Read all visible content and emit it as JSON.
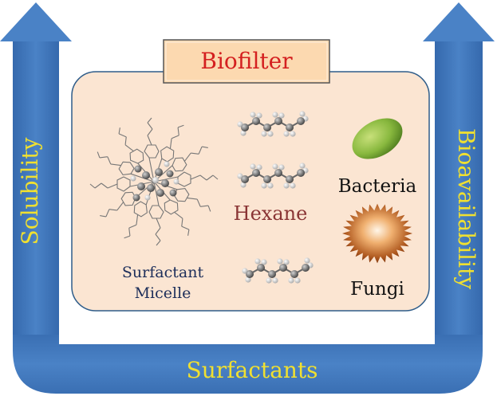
{
  "labels": {
    "biofilter": "Biofilter",
    "solubility": "Solubility",
    "bioavailability": "Bioavailability",
    "surfactants": "Surfactants",
    "hexane": "Hexane",
    "bacteria": "Bacteria",
    "fungi": "Fungi",
    "micelle_line1": "Surfactant",
    "micelle_line2": "Micelle"
  },
  "colors": {
    "arrow_blue": "#3e73b8",
    "arrow_light": "#5a8fd0",
    "axis_text_yellow": "#f0e030",
    "title_red": "#d42020",
    "title_box_fill": "#fcd9b0",
    "panel_fill": "#fbe5d2",
    "panel_stroke": "#2f5d8a",
    "hexane_text": "#8a3535",
    "micelle_text": "#1d2e5a",
    "bacteria_green": "#7db036",
    "fungi_brown": "#8a3b10"
  },
  "icons": {
    "micelle": "surfactant-micelle-molecule-icon",
    "hexane": "hexane-molecule-icon",
    "bacteria": "bacteria-ellipse-icon",
    "fungi": "fungi-starburst-icon"
  }
}
